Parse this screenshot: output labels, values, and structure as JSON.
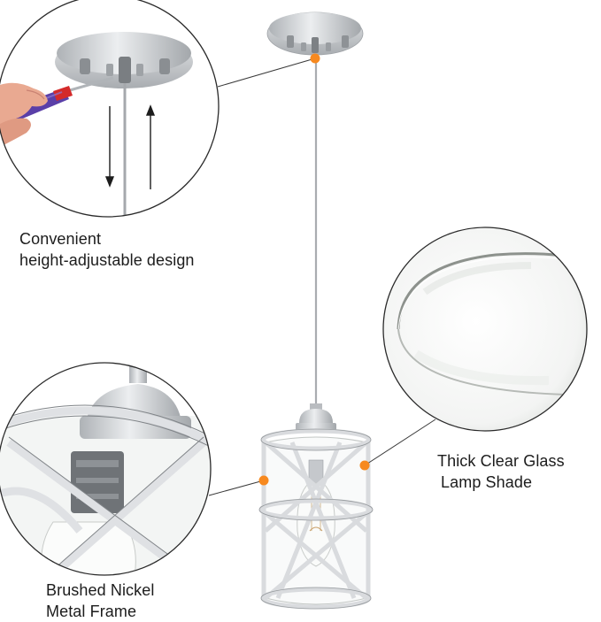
{
  "captions": {
    "height_adjustable": {
      "line1": "Convenient",
      "line2": "height-adjustable design"
    },
    "glass_shade": {
      "line1": "Thick Clear Glass",
      "line2": "Lamp Shade"
    },
    "metal_frame": {
      "line1": "Brushed Nickel",
      "line2": "Metal Frame"
    }
  },
  "colors": {
    "accent_dot": "#f7891f",
    "nickel": "#c9ccd0",
    "outline": "#2a2a2a",
    "glass_edge": "#8a8f8a",
    "screwdriver_handle": "#5a3fa8"
  }
}
